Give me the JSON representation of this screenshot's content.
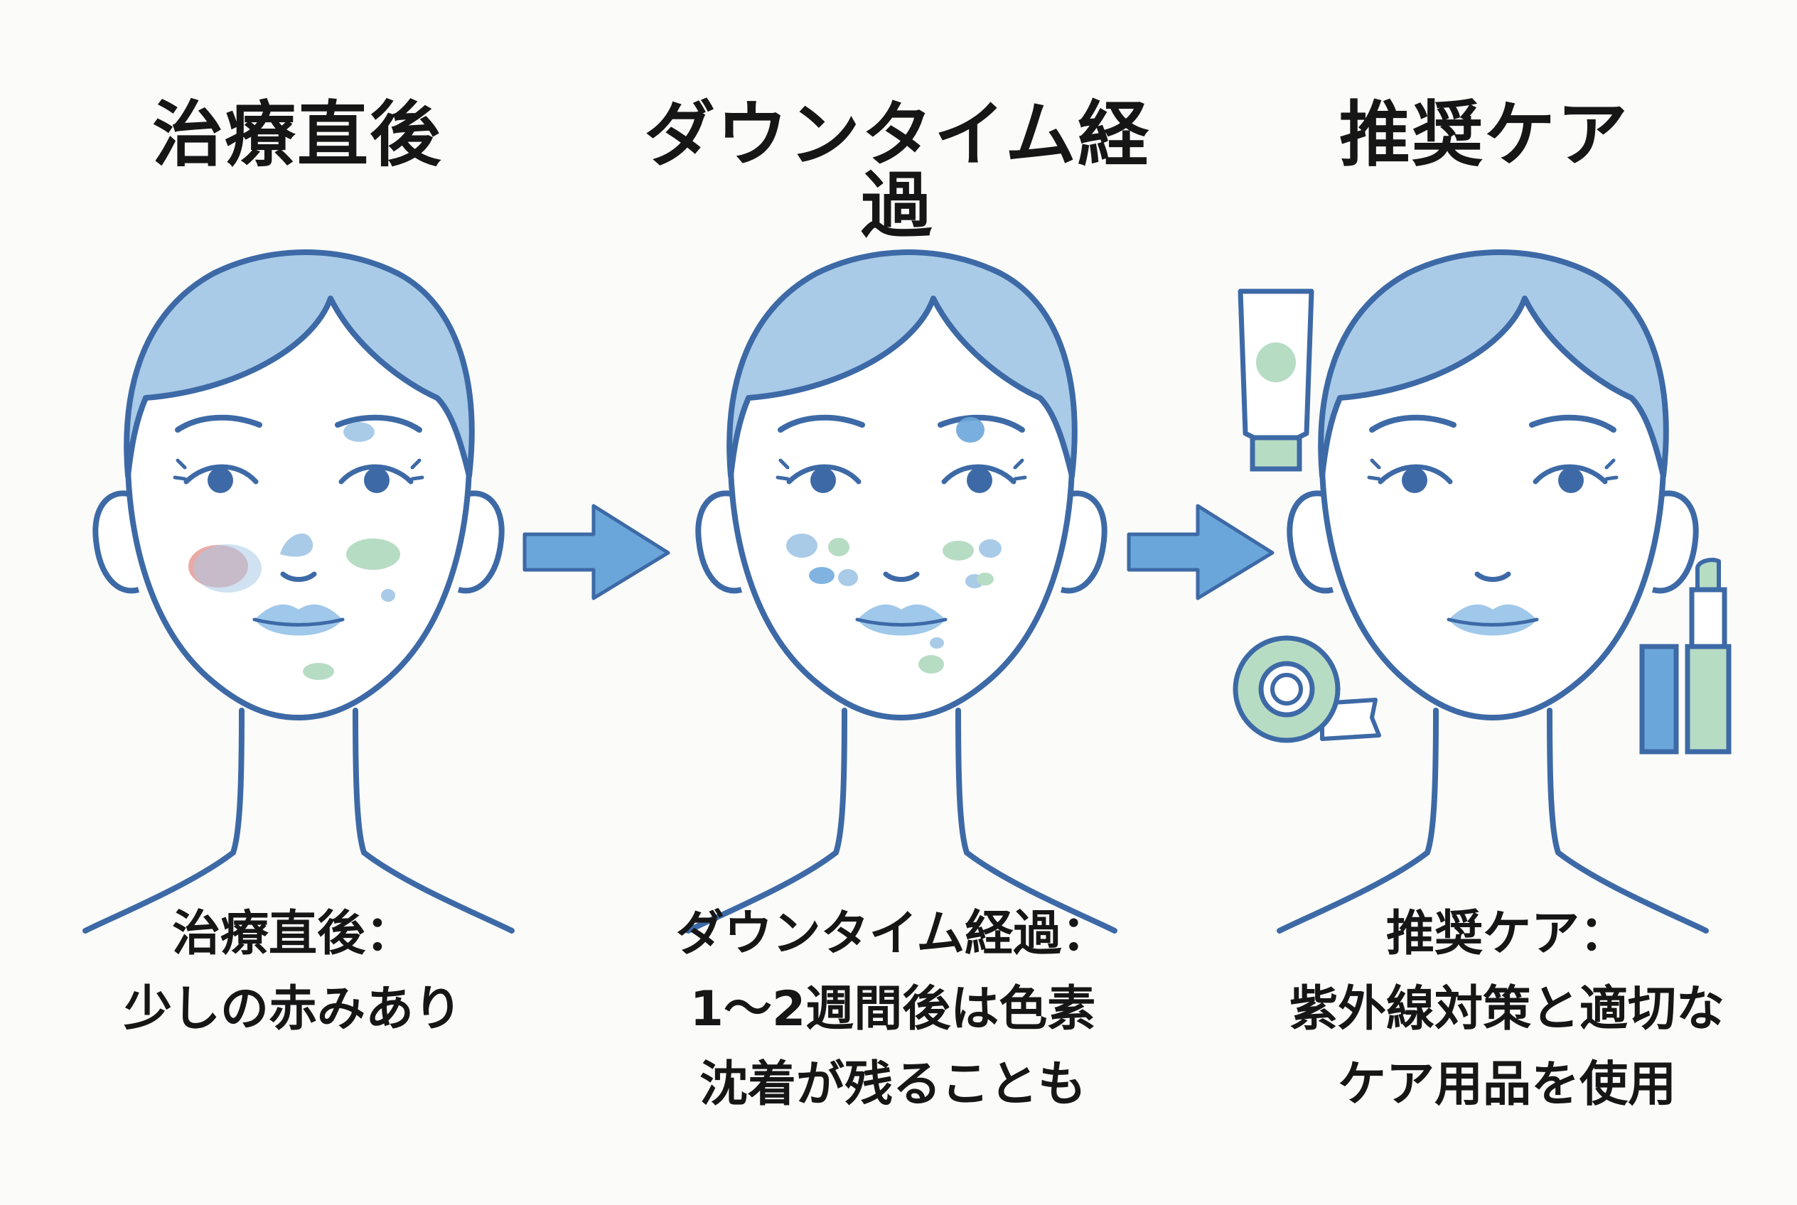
{
  "stages": [
    {
      "title": "治療直後",
      "caption_lines": [
        "治療直後：",
        "少しの赤みあり"
      ]
    },
    {
      "title": "ダウンタイム経過",
      "caption_lines": [
        "ダウンタイム経過：",
        "1〜2週間後は色素",
        "沈着が残ることも"
      ]
    },
    {
      "title": "推奨ケア",
      "caption_lines": [
        "推奨ケア：",
        "紫外線対策と適切な",
        "ケア用品を使用"
      ]
    }
  ],
  "colors": {
    "outline": "#3d6aa6",
    "hair": "#a9cbe8",
    "lips": "#9fc8ea",
    "spot_blue": "#a9cbe8",
    "spot_green": "#b7dcc4",
    "spot_red": "#e8a09a",
    "arrow": "#6aa6da",
    "product_green": "#b7dcc4",
    "product_blue": "#6aa6da"
  }
}
